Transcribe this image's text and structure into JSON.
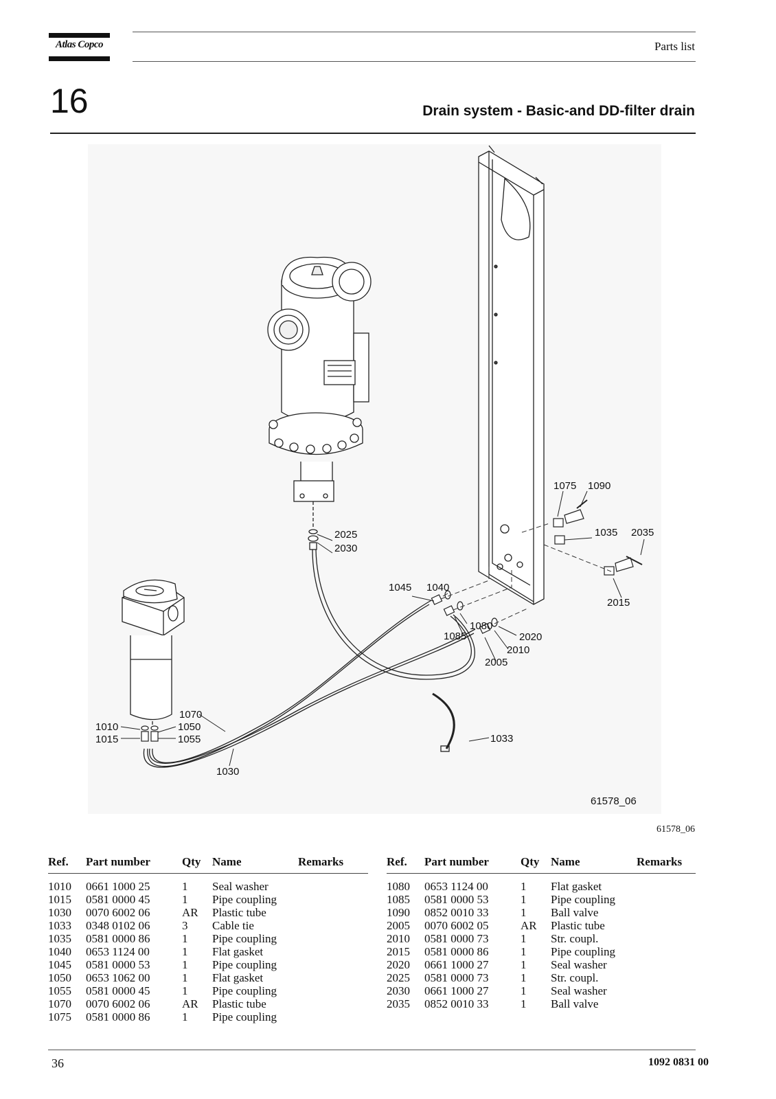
{
  "header": {
    "brand": "Atlas Copco",
    "section_label": "Parts list"
  },
  "chapter": {
    "number": "16",
    "title": "Drain system - Basic-and DD-filter drain"
  },
  "figure": {
    "drawing_code": "61578_06",
    "caption_code": "61578_06",
    "callouts": [
      "1075",
      "1090",
      "1035",
      "2035",
      "2015",
      "2025",
      "2030",
      "1045",
      "1040",
      "1080",
      "1085",
      "2020",
      "2010",
      "2005",
      "1070",
      "1010",
      "1050",
      "1015",
      "1055",
      "1030",
      "1033"
    ]
  },
  "table": {
    "columns": [
      "Ref.",
      "Part number",
      "Qty",
      "Name",
      "Remarks"
    ],
    "left_rows": [
      {
        "ref": "1010",
        "part": "0661 1000 25",
        "qty": "1",
        "name": "Seal washer",
        "remarks": ""
      },
      {
        "ref": "1015",
        "part": "0581 0000 45",
        "qty": "1",
        "name": "Pipe coupling",
        "remarks": ""
      },
      {
        "ref": "1030",
        "part": "0070 6002 06",
        "qty": "AR",
        "name": "Plastic tube",
        "remarks": ""
      },
      {
        "ref": "1033",
        "part": "0348 0102 06",
        "qty": "3",
        "name": "Cable tie",
        "remarks": ""
      },
      {
        "ref": "1035",
        "part": "0581 0000 86",
        "qty": "1",
        "name": "Pipe coupling",
        "remarks": ""
      },
      {
        "ref": "1040",
        "part": "0653 1124 00",
        "qty": "1",
        "name": "Flat gasket",
        "remarks": ""
      },
      {
        "ref": "1045",
        "part": "0581 0000 53",
        "qty": "1",
        "name": "Pipe coupling",
        "remarks": ""
      },
      {
        "ref": "1050",
        "part": "0653 1062 00",
        "qty": "1",
        "name": "Flat gasket",
        "remarks": ""
      },
      {
        "ref": "1055",
        "part": "0581 0000 45",
        "qty": "1",
        "name": "Pipe coupling",
        "remarks": ""
      },
      {
        "ref": "1070",
        "part": "0070 6002 06",
        "qty": "AR",
        "name": "Plastic tube",
        "remarks": ""
      },
      {
        "ref": "1075",
        "part": "0581 0000 86",
        "qty": "1",
        "name": "Pipe coupling",
        "remarks": ""
      }
    ],
    "right_rows": [
      {
        "ref": "1080",
        "part": "0653 1124 00",
        "qty": "1",
        "name": "Flat gasket",
        "remarks": ""
      },
      {
        "ref": "1085",
        "part": "0581 0000 53",
        "qty": "1",
        "name": "Pipe coupling",
        "remarks": ""
      },
      {
        "ref": "1090",
        "part": "0852 0010 33",
        "qty": "1",
        "name": "Ball valve",
        "remarks": ""
      },
      {
        "ref": "2005",
        "part": "0070 6002 05",
        "qty": "AR",
        "name": "Plastic tube",
        "remarks": ""
      },
      {
        "ref": "2010",
        "part": "0581 0000 73",
        "qty": "1",
        "name": "Str. coupl.",
        "remarks": ""
      },
      {
        "ref": "2015",
        "part": "0581 0000 86",
        "qty": "1",
        "name": "Pipe coupling",
        "remarks": ""
      },
      {
        "ref": "2020",
        "part": "0661 1000 27",
        "qty": "1",
        "name": "Seal washer",
        "remarks": ""
      },
      {
        "ref": "2025",
        "part": "0581 0000 73",
        "qty": "1",
        "name": "Str. coupl.",
        "remarks": ""
      },
      {
        "ref": "2030",
        "part": "0661 1000 27",
        "qty": "1",
        "name": "Seal washer",
        "remarks": ""
      },
      {
        "ref": "2035",
        "part": "0852 0010 33",
        "qty": "1",
        "name": "Ball valve",
        "remarks": ""
      }
    ]
  },
  "footer": {
    "page_number": "36",
    "document_number": "1092 0831 00"
  }
}
